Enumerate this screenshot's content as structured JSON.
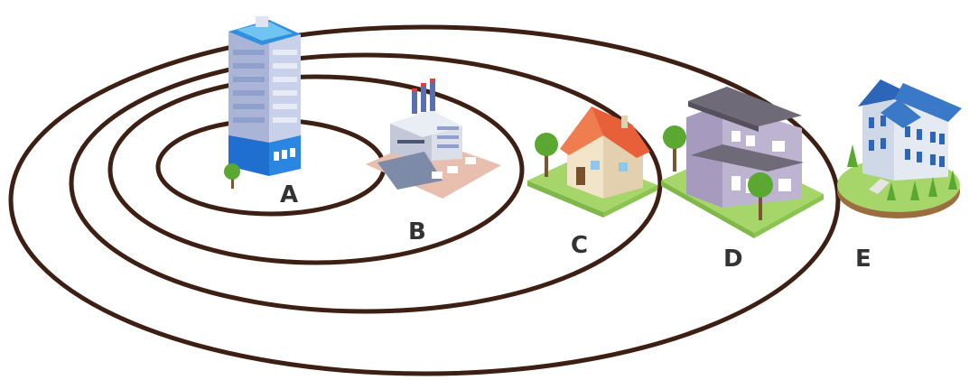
{
  "colors": {
    "ring": "#3d1f14",
    "label": "#333333",
    "grass": "#a6d66a",
    "tree": "#5aa832"
  },
  "zones": [
    {
      "label": "A",
      "icon": "office-tower-icon"
    },
    {
      "label": "B",
      "icon": "factory-icon"
    },
    {
      "label": "C",
      "icon": "small-house-icon"
    },
    {
      "label": "D",
      "icon": "two-story-house-icon"
    },
    {
      "label": "E",
      "icon": "mansion-icon"
    }
  ]
}
